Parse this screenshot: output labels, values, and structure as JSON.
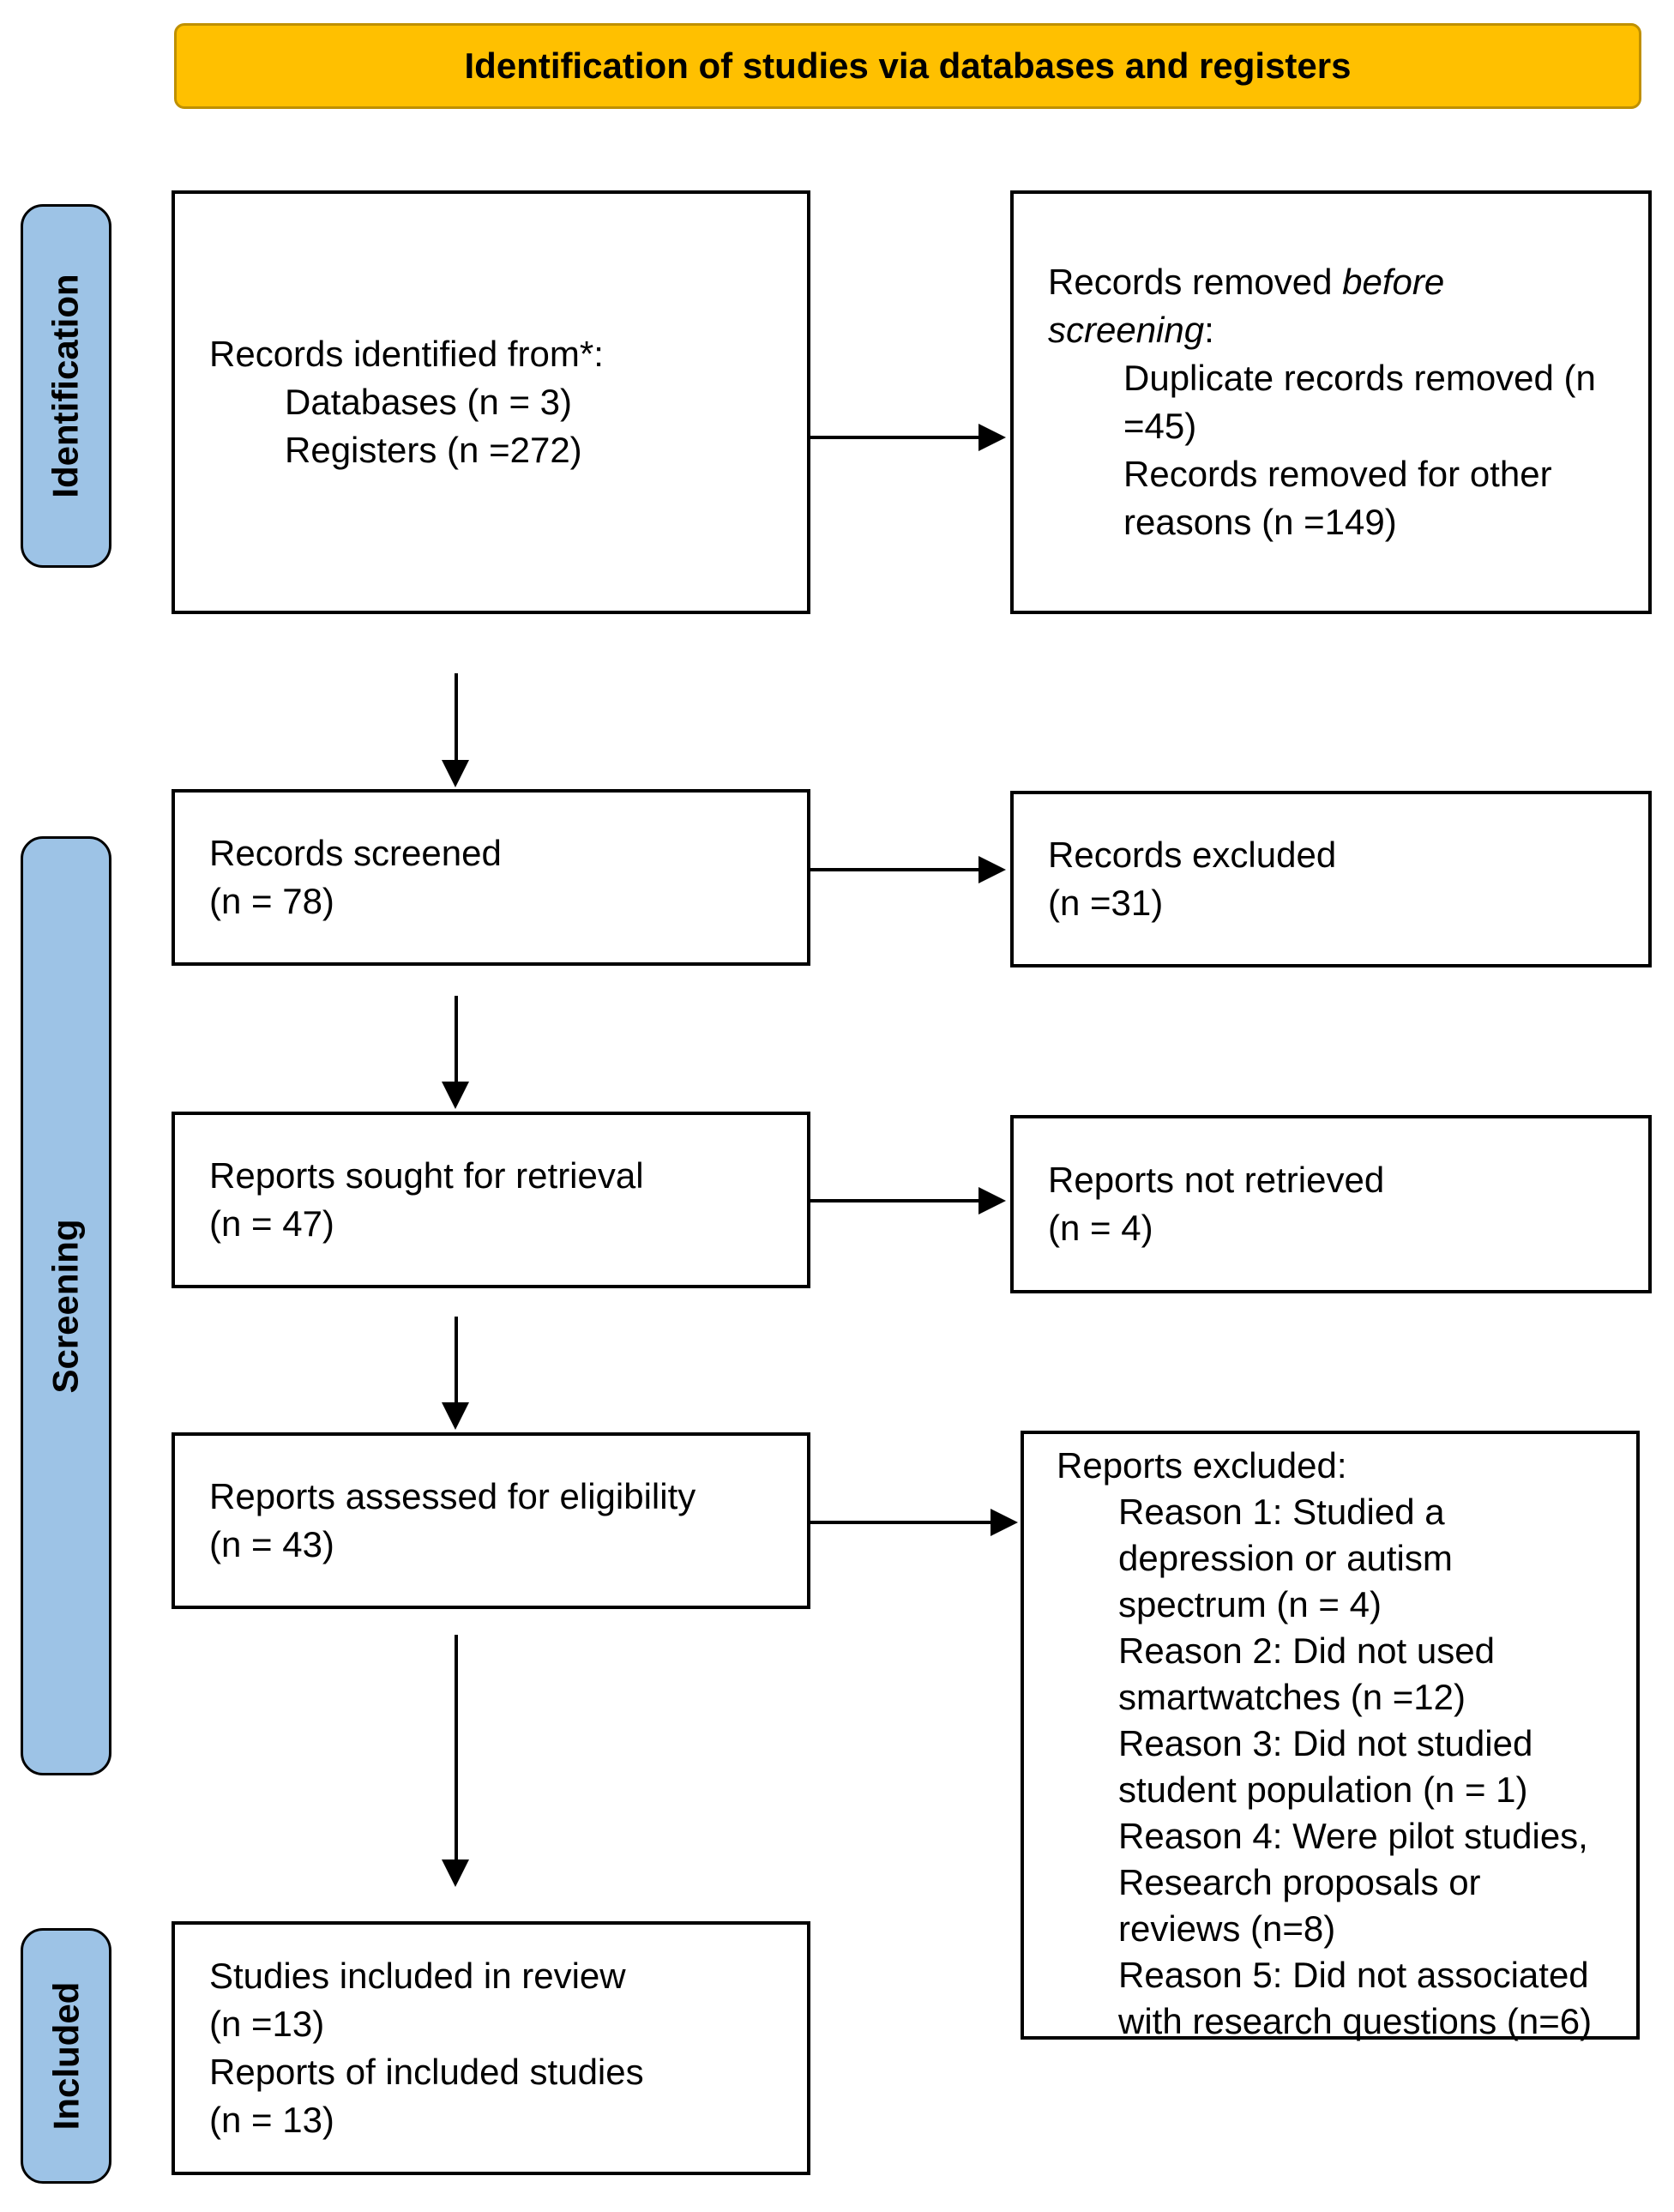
{
  "header": {
    "title": "Identification of studies via databases and registers"
  },
  "side_labels": {
    "identification": "Identification",
    "screening": "Screening",
    "included": "Included"
  },
  "colors": {
    "header_bg": "#FFC000",
    "header_border": "#BF9000",
    "stage_label_bg": "#9DC3E6",
    "outline": "#000000"
  },
  "boxes": {
    "records_identified": {
      "lines": [
        {
          "t": "Records identified from*:"
        },
        {
          "t": "Databases (n = 3)",
          "ind": true
        },
        {
          "t": "Registers (n =272)",
          "ind": true
        }
      ]
    },
    "records_removed": {
      "lines": [
        {
          "segs": [
            {
              "t": "Records removed "
            },
            {
              "t": "before",
              "i": true
            }
          ]
        },
        {
          "segs": [
            {
              "t": "screening",
              "i": true
            },
            {
              "t": ":"
            }
          ]
        },
        {
          "t": "Duplicate records removed (n",
          "ind": true
        },
        {
          "t": "=45)",
          "ind": true
        },
        {
          "t": "Records removed for other",
          "ind": true
        },
        {
          "t": "reasons (n =149)",
          "ind": true
        }
      ]
    },
    "records_screened": {
      "lines": [
        {
          "t": "Records screened"
        },
        {
          "t": "(n = 78)"
        }
      ]
    },
    "records_excluded": {
      "lines": [
        {
          "t": "Records excluded"
        },
        {
          "t": "(n =31)"
        }
      ]
    },
    "reports_sought": {
      "lines": [
        {
          "t": "Reports sought for retrieval"
        },
        {
          "t": "(n = 47)"
        }
      ]
    },
    "reports_not_retrieved": {
      "lines": [
        {
          "t": "Reports not retrieved"
        },
        {
          "t": "(n = 4)"
        }
      ]
    },
    "reports_assessed": {
      "lines": [
        {
          "t": "Reports assessed for eligibility"
        },
        {
          "t": "(n = 43)"
        }
      ]
    },
    "reports_excluded": {
      "lines": [
        {
          "t": "Reports excluded:"
        },
        {
          "t": "Reason 1: Studied a",
          "ind": true
        },
        {
          "t": "depression or autism",
          "ind": true
        },
        {
          "t": "spectrum (n = 4)",
          "ind": true
        },
        {
          "t": "Reason 2: Did not used",
          "ind": true
        },
        {
          "t": "smartwatches (n =12)",
          "ind": true
        },
        {
          "t": "Reason 3: Did not studied",
          "ind": true
        },
        {
          "t": "student population (n = 1)",
          "ind": true
        },
        {
          "t": "Reason 4: Were pilot studies,",
          "ind": true
        },
        {
          "t": "Research proposals or",
          "ind": true
        },
        {
          "t": "reviews (n=8)",
          "ind": true
        },
        {
          "t": "Reason 5: Did not associated",
          "ind": true
        },
        {
          "t": "with research questions (n=6)",
          "ind": true
        }
      ]
    },
    "studies_included": {
      "lines": [
        {
          "t": "Studies included in review"
        },
        {
          "t": "(n =13)"
        },
        {
          "t": "Reports of included studies"
        },
        {
          "t": "(n = 13)"
        }
      ]
    }
  }
}
